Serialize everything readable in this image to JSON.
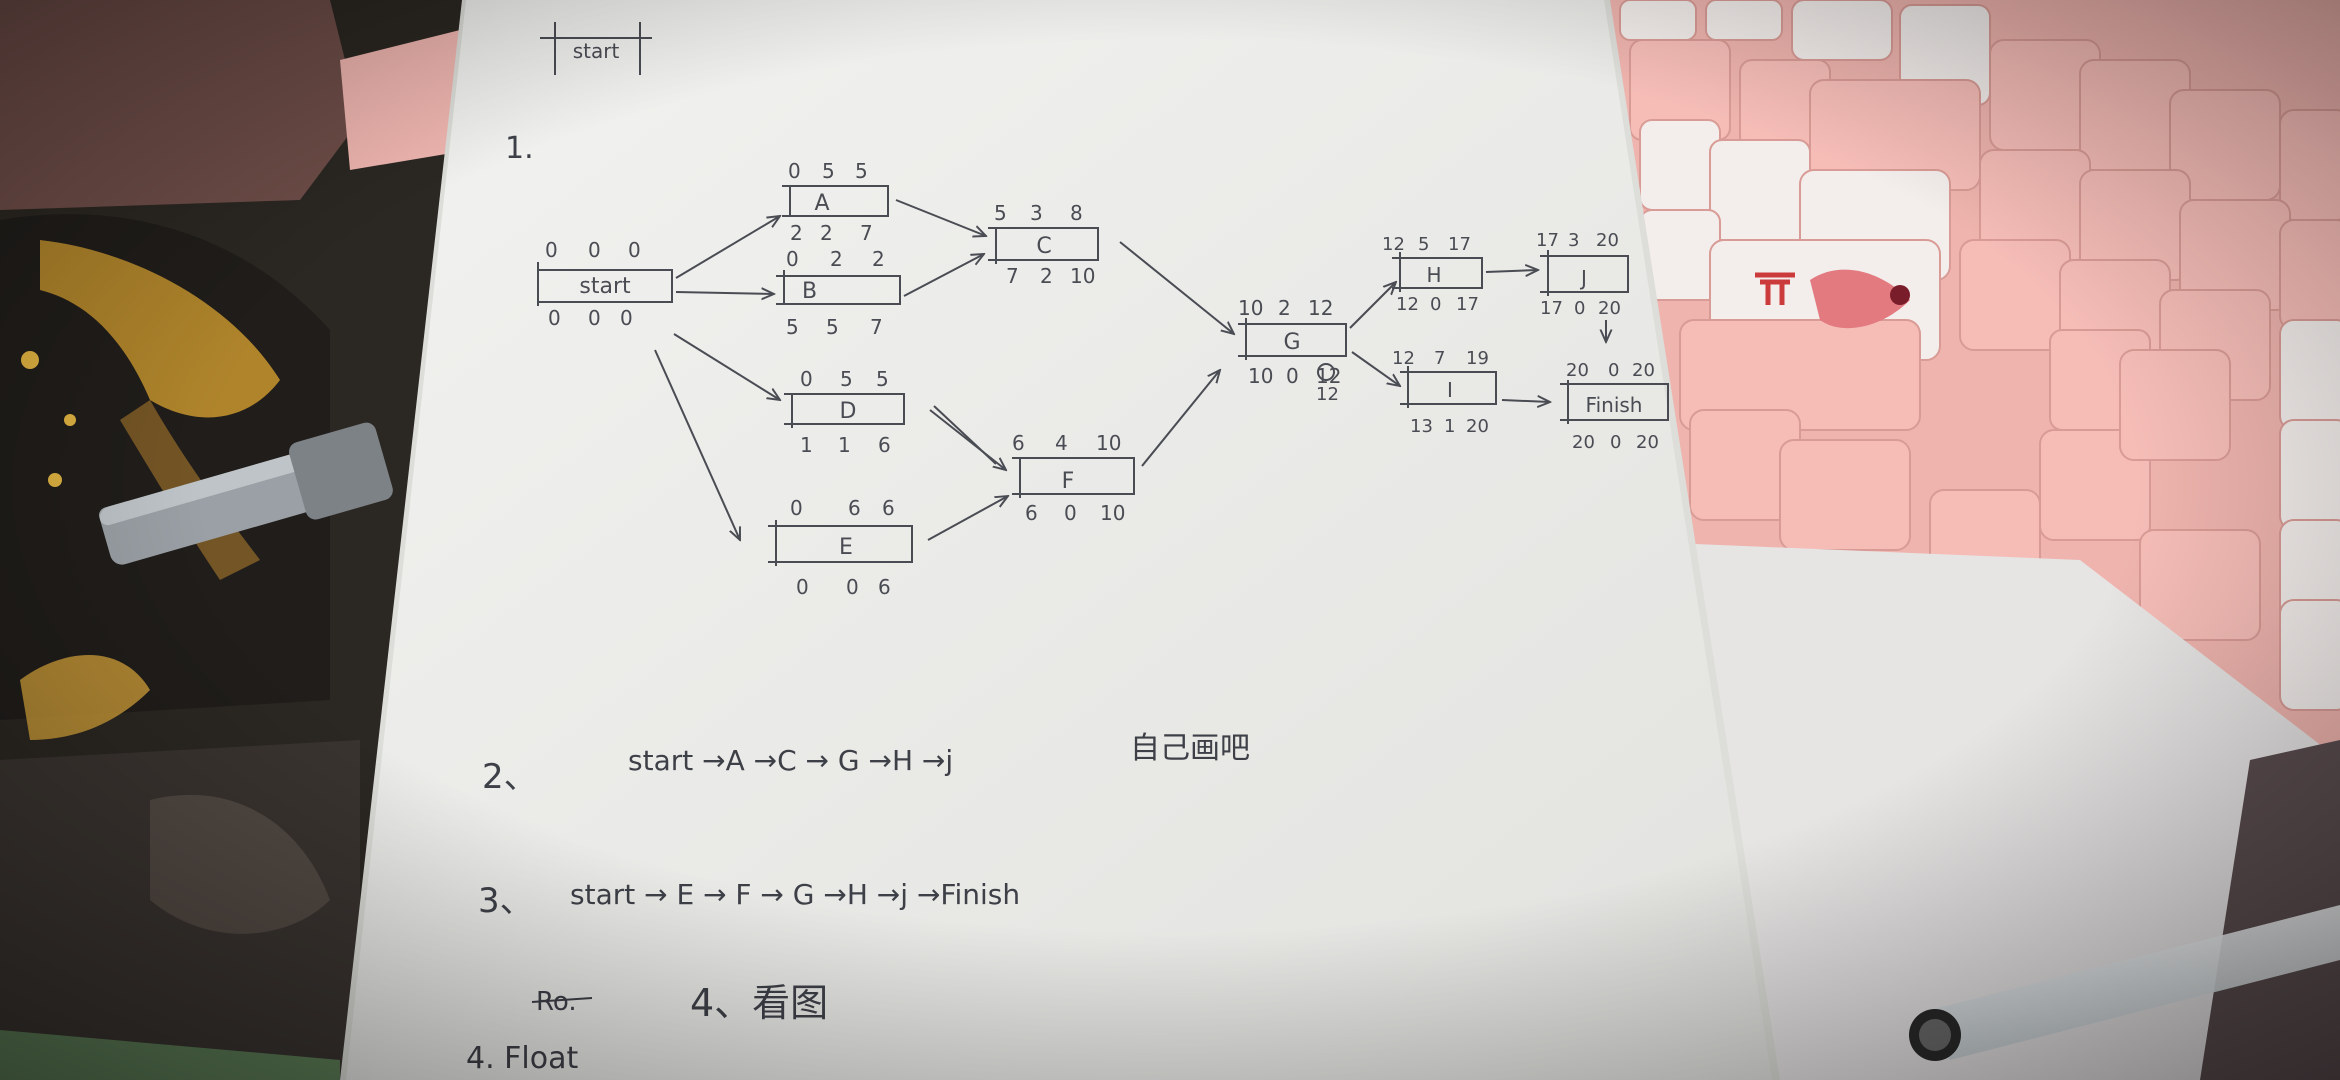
{
  "photo": {
    "colors": {
      "paper": "#eeeeec",
      "ink": "#3e4048",
      "keyboard_pink": "#f1b9b4",
      "keycap_white": "#f2eeec",
      "desk_mat": "#2b2722"
    }
  },
  "notes": {
    "corner_label": "start",
    "q1_number": "1.",
    "q2": {
      "number": "2、",
      "path": "start →A →C → G →H →j",
      "remark": "自己画吧"
    },
    "q3": {
      "number": "3、",
      "path": "start → E → F → G →H →j →Finish"
    },
    "q4": {
      "struck": "Ro.",
      "label": "4、看图"
    },
    "float": "4. Float"
  },
  "network": {
    "nodes": [
      {
        "id": "start",
        "name": "start",
        "top": [
          "0",
          "0",
          "0"
        ],
        "bottom": [
          "0",
          "0",
          "0"
        ]
      },
      {
        "id": "a",
        "name": "A",
        "top": [
          "0",
          "5",
          "5"
        ],
        "bottom": [
          "2",
          "2",
          "7"
        ]
      },
      {
        "id": "b",
        "name": "B",
        "top": [
          "0",
          "2",
          "2"
        ],
        "bottom": [
          "5",
          "5",
          "7"
        ]
      },
      {
        "id": "c",
        "name": "C",
        "top": [
          "5",
          "3",
          "8"
        ],
        "bottom": [
          "7",
          "2",
          "10"
        ]
      },
      {
        "id": "d",
        "name": "D",
        "top": [
          "0",
          "5",
          "5"
        ],
        "bottom": [
          "1",
          "1",
          "6"
        ]
      },
      {
        "id": "e",
        "name": "E",
        "top": [
          "0",
          "6",
          "6"
        ],
        "bottom": [
          "0",
          "0",
          "6"
        ]
      },
      {
        "id": "f",
        "name": "F",
        "top": [
          "6",
          "4",
          "10"
        ],
        "bottom": [
          "6",
          "0",
          "10"
        ]
      },
      {
        "id": "g",
        "name": "G",
        "top": [
          "10",
          "2",
          "12"
        ],
        "bottom": [
          "10",
          "0",
          "12"
        ]
      },
      {
        "id": "h",
        "name": "H",
        "top": [
          "12",
          "5",
          "17"
        ],
        "bottom": [
          "12",
          "0",
          "17"
        ]
      },
      {
        "id": "i",
        "name": "I",
        "top": [
          "12",
          "7",
          "19"
        ],
        "bottom": [
          "13",
          "1",
          "20"
        ]
      },
      {
        "id": "j",
        "name": "J",
        "top": [
          "17",
          "3",
          "20"
        ],
        "bottom": [
          "17",
          "0",
          "20"
        ]
      },
      {
        "id": "finish",
        "name": "Finish",
        "top": [
          "20",
          "0",
          "20"
        ],
        "bottom": [
          "20",
          "0",
          "20"
        ]
      }
    ],
    "g_correction": "12"
  }
}
